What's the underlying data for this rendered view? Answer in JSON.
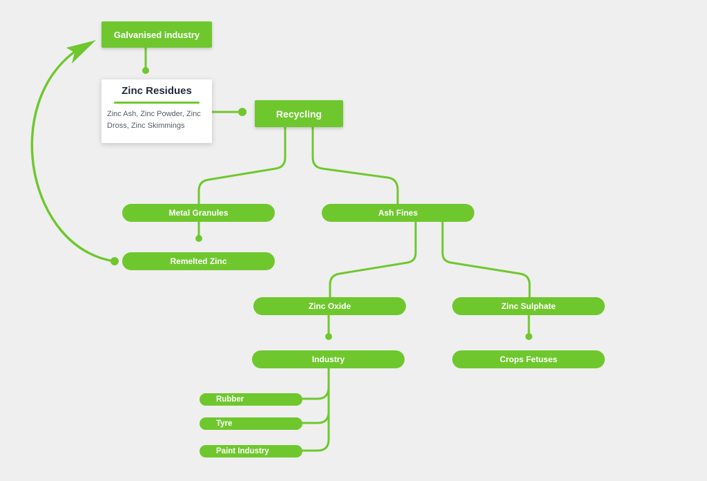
{
  "colors": {
    "accent": "#6fc72e",
    "background": "#efefef",
    "card_title": "#222a3a",
    "card_text": "#555c66"
  },
  "nodes": {
    "galvanised_industry": "Galvanised industry",
    "zinc_residues": {
      "title": "Zinc Residues",
      "description": "Zinc Ash, Zinc Powder, Zinc Dross, Zinc Skimmings"
    },
    "recycling": "Recycling",
    "metal_granules": "Metal Granules",
    "ash_fines": "Ash Fines",
    "remelted_zinc": "Remelted Zinc",
    "zinc_oxide": "Zinc Oxide",
    "zinc_sulphate": "Zinc Sulphate",
    "industry": "Industry",
    "crops_fetuses": "Crops Fetuses",
    "rubber": "Rubber",
    "tyre": "Tyre",
    "paint_industry": "Paint Industry"
  },
  "edges": [
    {
      "from": "galvanised_industry",
      "to": "zinc_residues"
    },
    {
      "from": "zinc_residues",
      "to": "recycling"
    },
    {
      "from": "recycling",
      "to": "metal_granules"
    },
    {
      "from": "recycling",
      "to": "ash_fines"
    },
    {
      "from": "metal_granules",
      "to": "remelted_zinc"
    },
    {
      "from": "remelted_zinc",
      "to": "galvanised_industry"
    },
    {
      "from": "ash_fines",
      "to": "zinc_oxide"
    },
    {
      "from": "ash_fines",
      "to": "zinc_sulphate"
    },
    {
      "from": "zinc_oxide",
      "to": "industry"
    },
    {
      "from": "zinc_sulphate",
      "to": "crops_fetuses"
    },
    {
      "from": "industry",
      "to": "rubber"
    },
    {
      "from": "industry",
      "to": "tyre"
    },
    {
      "from": "industry",
      "to": "paint_industry"
    }
  ]
}
